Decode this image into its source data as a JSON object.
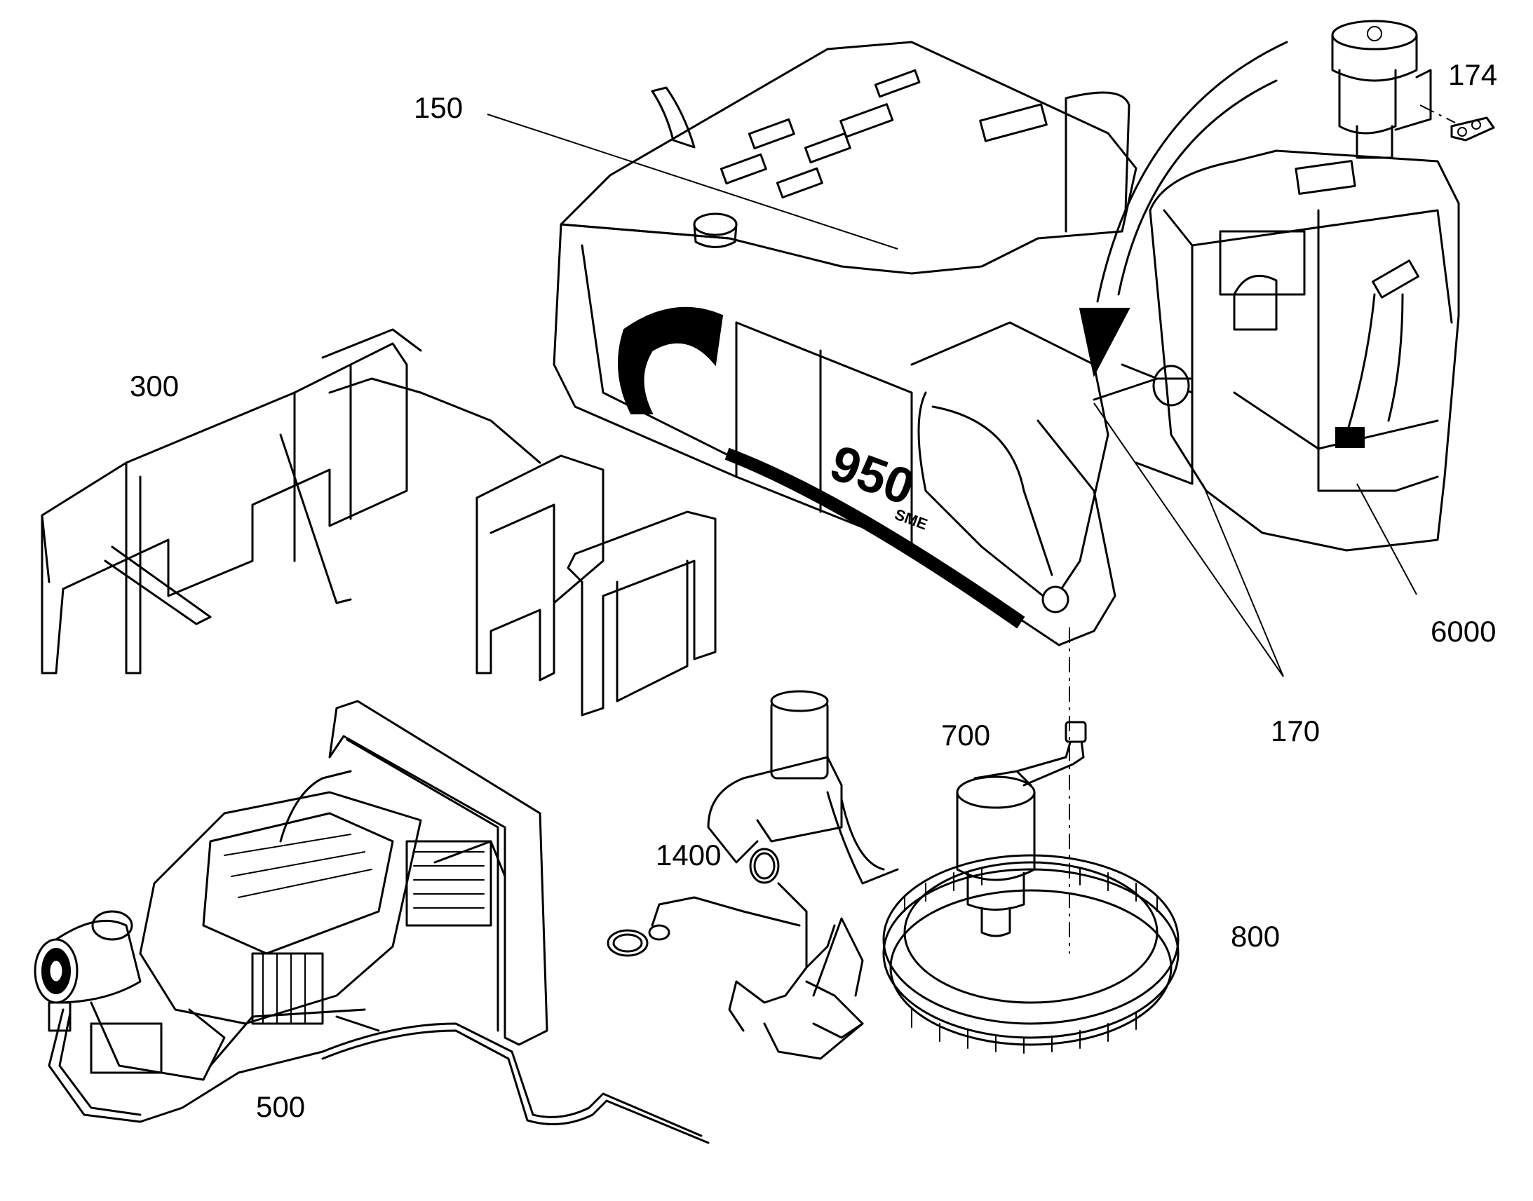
{
  "callouts": {
    "c150": "150",
    "c174": "174",
    "c300": "300",
    "c6000": "6000",
    "c170": "170",
    "c700": "700",
    "c1400": "1400",
    "c800": "800",
    "c500": "500"
  },
  "machine_badge": {
    "model": "950",
    "suffix": "SME"
  },
  "colors": {
    "ink": "#000000",
    "paper": "#ffffff"
  }
}
